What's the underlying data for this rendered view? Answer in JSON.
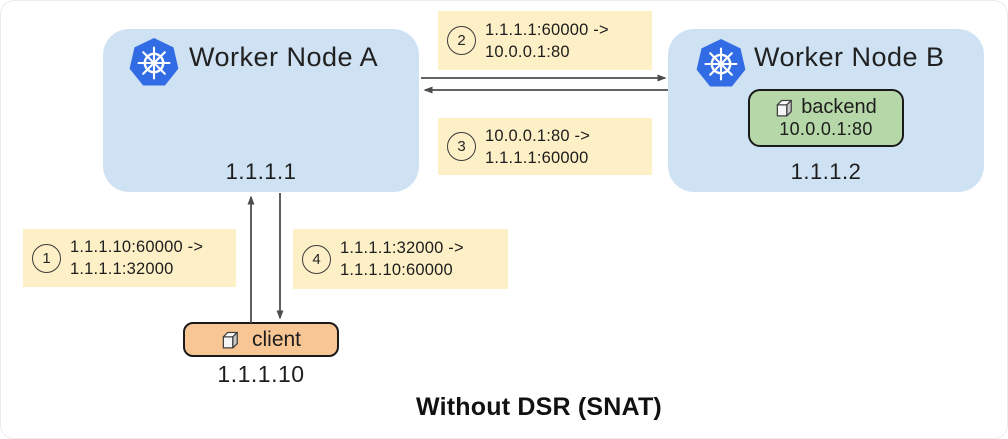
{
  "colors": {
    "node_fill": "#cfe2f3",
    "label_fill": "#fdf0c7",
    "backend_fill": "#b6d7a8",
    "client_fill": "#f8c694",
    "k8s_blue": "#326ce5",
    "arrow": "#4d4d4d",
    "text": "#1d1d1d"
  },
  "diagram": {
    "title": "Without DSR (SNAT)",
    "node_a": {
      "title": "Worker Node A",
      "ip": "1.1.1.1"
    },
    "node_b": {
      "title": "Worker Node B",
      "ip": "1.1.1.2",
      "backend": {
        "name": "backend",
        "address": "10.0.0.1:80"
      }
    },
    "client": {
      "name": "client",
      "ip": "1.1.1.10"
    },
    "steps": [
      {
        "num": "1",
        "line1": "1.1.1.10:60000 ->",
        "line2": "1.1.1.1:32000"
      },
      {
        "num": "2",
        "line1": "1.1.1.1:60000 ->",
        "line2": "10.0.0.1:80"
      },
      {
        "num": "3",
        "line1": "10.0.0.1:80 ->",
        "line2": "1.1.1.1:60000"
      },
      {
        "num": "4",
        "line1": "1.1.1.1:32000 ->",
        "line2": "1.1.1.10:60000"
      }
    ]
  }
}
